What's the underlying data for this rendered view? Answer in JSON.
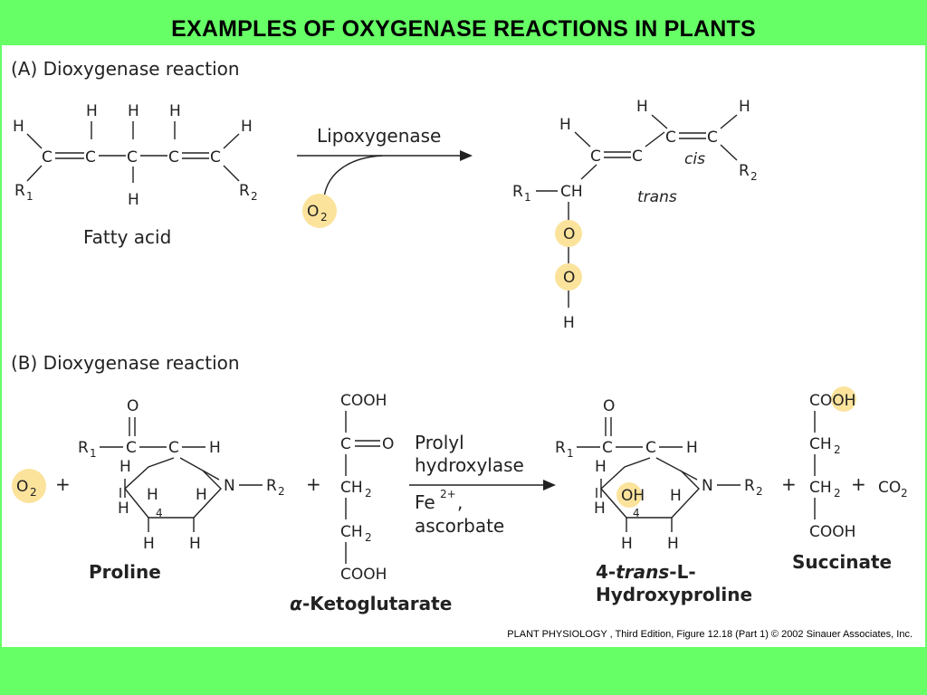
{
  "title": "EXAMPLES OF OXYGENASE REACTIONS IN PLANTS",
  "panel_a": {
    "heading": "(A)  Dioxygenase reaction",
    "reactant_name": "Fatty acid",
    "enzyme": "Lipoxygenase",
    "cosubstrate": "O",
    "cosubstrate_sub": "2",
    "cis_label": "cis",
    "trans_label": "trans"
  },
  "panel_b": {
    "heading": "(B)  Dioxygenase reaction",
    "o2": "O",
    "o2_sub": "2",
    "proline_name": "Proline",
    "ketoglutarate_name": "-Ketoglutarate",
    "alpha": "α",
    "enzyme_line1": "Prolyl",
    "enzyme_line2": "hydroxylase",
    "cofactor_line1": "Fe",
    "cofactor_sup": "2+",
    "cofactor_comma": ",",
    "cofactor_line2": "ascorbate",
    "product_name_prefix": "4-",
    "product_name_italic": "trans",
    "product_name_suffix": "-L-",
    "product_name_line2": "Hydroxyproline",
    "succinate_name": "Succinate",
    "plus": "+",
    "co2": "CO",
    "co2_sub": "2",
    "ring_position": "4"
  },
  "credit": "PLANT PHYSIOLOGY , Third Edition, Figure 12.18 (Part 1)  © 2002 Sinauer Associates, Inc.",
  "colors": {
    "background": "#66ff66",
    "highlight": "#fbe39c"
  }
}
